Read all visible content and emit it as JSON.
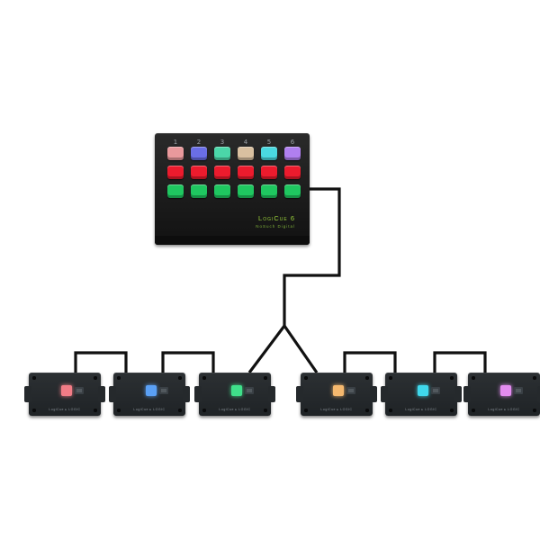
{
  "controller": {
    "brand": "LogiCue 6",
    "subtitle": "NoSuch Digital",
    "channels": [
      {
        "label": "1",
        "color": "#e9999c"
      },
      {
        "label": "2",
        "color": "#6a6ee6"
      },
      {
        "label": "3",
        "color": "#4bd6a8"
      },
      {
        "label": "4",
        "color": "#d9c0a0"
      },
      {
        "label": "5",
        "color": "#4ad8e0"
      },
      {
        "label": "6",
        "color": "#b07ff0"
      }
    ],
    "cable_color": "#111111"
  },
  "receivers": [
    {
      "led_color": "#f27c86"
    },
    {
      "led_color": "#5aa0f5"
    },
    {
      "led_color": "#3fe08a"
    },
    {
      "led_color": "#f5b86e"
    },
    {
      "led_color": "#3fd8ec"
    },
    {
      "led_color": "#e38cf0"
    }
  ],
  "receiver_brand": "LogiCue ▸ LOGIC"
}
